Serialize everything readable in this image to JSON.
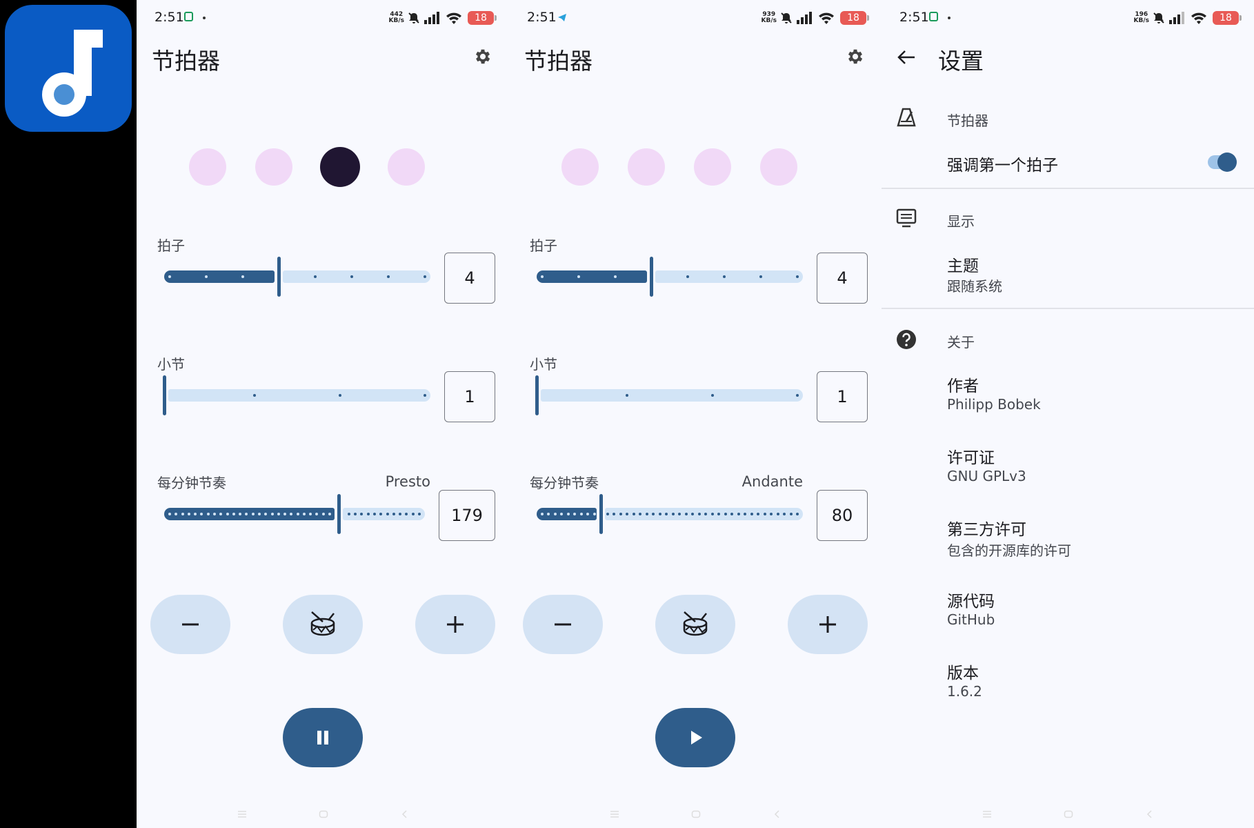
{
  "status": {
    "time": "2:51",
    "battery": "18",
    "net_phone1": [
      "442",
      "KB/s"
    ],
    "net_phone2": [
      "939",
      "KB/s"
    ],
    "net_phone3": [
      "196",
      "KB/s"
    ]
  },
  "metronome": {
    "title": "节拍器",
    "beats_label": "拍子",
    "bars_label": "小节",
    "bpm_label": "每分钟节奏"
  },
  "phone1": {
    "active_beat": 3,
    "beats_value": "4",
    "bars_value": "1",
    "tempo_name": "Presto",
    "bpm_value": "179",
    "beats_fraction": 0.43,
    "bpm_fraction": 0.67
  },
  "phone2": {
    "active_beat": 0,
    "beats_value": "4",
    "bars_value": "1",
    "tempo_name": "Andante",
    "bpm_value": "80",
    "beats_fraction": 0.43,
    "bpm_fraction": 0.24
  },
  "settings": {
    "title": "设置",
    "sections": [
      {
        "header": "节拍器",
        "icon": "metronome-icon",
        "items": [
          {
            "title": "强调第一个拍子",
            "toggle": true
          }
        ]
      },
      {
        "header": "显示",
        "icon": "display-icon",
        "items": [
          {
            "title": "主题",
            "subtitle": "跟随系统"
          }
        ]
      },
      {
        "header": "关于",
        "icon": "help-icon",
        "items": [
          {
            "title": "作者",
            "subtitle": "Philipp Bobek"
          },
          {
            "title": "许可证",
            "subtitle": "GNU GPLv3"
          },
          {
            "title": "第三方许可",
            "subtitle": "包含的开源库的许可"
          },
          {
            "title": "源代码",
            "subtitle": "GitHub"
          },
          {
            "title": "版本",
            "subtitle": "1.6.2"
          }
        ]
      }
    ]
  },
  "colors": {
    "primary": "#2f5d8b",
    "inactive_track": "#d2e4f6",
    "beat_idle": "#f1d9f7",
    "beat_active": "#201632",
    "app_icon": "#0a5bc4",
    "background": "#f8f9fe"
  }
}
